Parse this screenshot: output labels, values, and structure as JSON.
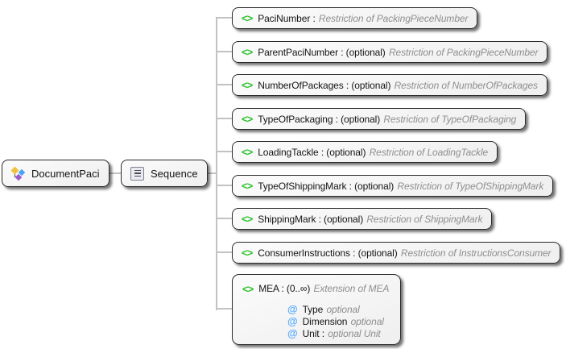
{
  "root": {
    "label": "DocumentPaci"
  },
  "sequence": {
    "label": "Sequence"
  },
  "children": [
    {
      "label": "PaciNumber :",
      "annotation": "Restriction of PackingPieceNumber"
    },
    {
      "label": "ParentPaciNumber : (optional)",
      "annotation": "Restriction of PackingPieceNumber"
    },
    {
      "label": "NumberOfPackages : (optional)",
      "annotation": "Restriction of NumberOfPackages"
    },
    {
      "label": "TypeOfPackaging : (optional)",
      "annotation": "Restriction of TypeOfPackaging"
    },
    {
      "label": "LoadingTackle : (optional)",
      "annotation": "Restriction of LoadingTackle"
    },
    {
      "label": "TypeOfShippingMark : (optional)",
      "annotation": "Restriction of TypeOfShippingMark"
    },
    {
      "label": "ShippingMark : (optional)",
      "annotation": "Restriction of ShippingMark"
    },
    {
      "label": "ConsumerInstructions : (optional)",
      "annotation": "Restriction of InstructionsConsumer"
    }
  ],
  "mea": {
    "label": "MEA : (0..∞)",
    "annotation": "Extension of MEA",
    "attributes": [
      {
        "name": "Type",
        "annotation": "optional"
      },
      {
        "name": "Dimension",
        "annotation": "optional"
      },
      {
        "name": "Unit :",
        "annotation": "optional Unit"
      }
    ]
  },
  "icons": {
    "element_glyph": "<>",
    "attribute_glyph": "@"
  },
  "colors": {
    "element_icon_green": "#2cc22c",
    "attribute_icon_blue": "#57aaff",
    "annotation_gray": "#8e8e8e",
    "connector_gray": "#c2c2c2",
    "box_border": "#2a2a2a",
    "box_fill": "#f5f5f5",
    "background": "#ffffff"
  }
}
